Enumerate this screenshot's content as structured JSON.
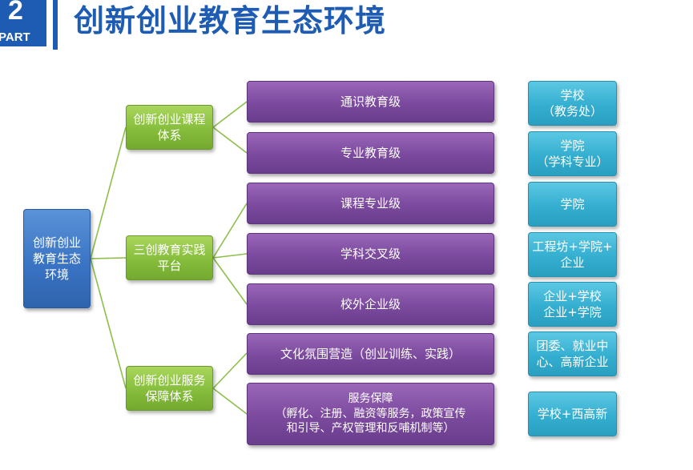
{
  "header": {
    "section_number": "2",
    "section_word": "PART",
    "title": "创新创业教育生态环境"
  },
  "diagram": {
    "root": {
      "line1": "创新创业",
      "line2": "教育生态",
      "line3": "环境"
    },
    "branches": [
      {
        "line1": "创新创业课程",
        "line2": "体系"
      },
      {
        "line1": "三创教育实践",
        "line2": "平台"
      },
      {
        "line1": "创新创业服务",
        "line2": "保障体系"
      }
    ],
    "levels": [
      {
        "line1": "通识教育级"
      },
      {
        "line1": "专业教育级"
      },
      {
        "line1": "课程专业级"
      },
      {
        "line1": "学科交叉级"
      },
      {
        "line1": "校外企业级"
      },
      {
        "line1": "文化氛围营造（创业训练、实践）"
      },
      {
        "line1": "服务保障",
        "line2": "（孵化、注册、融资等服务，政策宣传",
        "line3": "和引导、产权管理和反哺机制等）"
      }
    ],
    "owners": [
      {
        "line1": "学校",
        "line2": "（教务处）"
      },
      {
        "line1": "学院",
        "line2": "（学科专业）"
      },
      {
        "line1": "学院"
      },
      {
        "line1": "工程坊+学院+",
        "line2": "企业"
      },
      {
        "line1": "企业+学校",
        "line2": "企业+学院"
      },
      {
        "line1": "团委、就业中",
        "line2": "心、高新企业"
      },
      {
        "line1": "学校+西高新"
      }
    ],
    "colors": {
      "title": "#1e5cb3",
      "root": "#3a74c4",
      "branch": "#86bd3c",
      "level": "#7b4a9e",
      "owner": "#34aed0",
      "connector": "#8dbf4a"
    }
  }
}
